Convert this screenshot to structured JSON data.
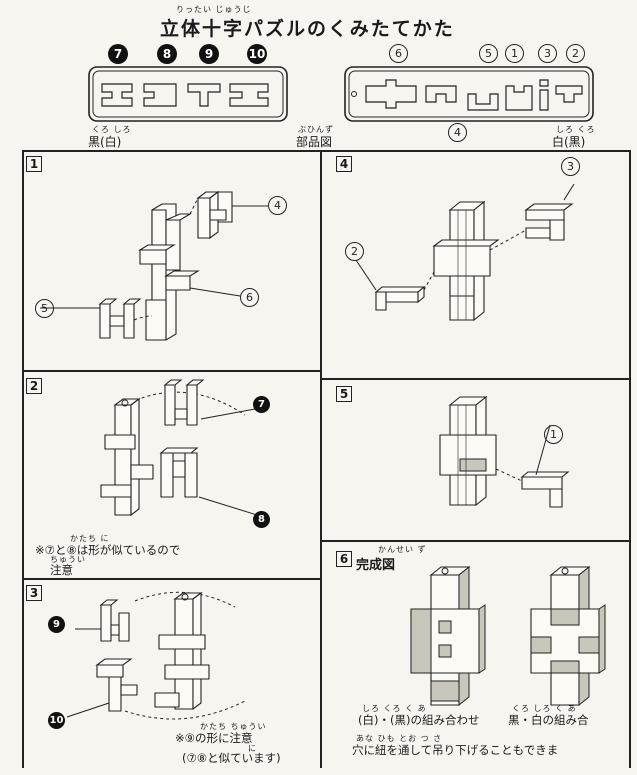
{
  "title": {
    "ruby": "りったい じゅうじ",
    "text": "立体十字パズルのくみたてかた"
  },
  "parts_figure": {
    "black_pieces": [
      "7",
      "8",
      "9",
      "10"
    ],
    "white_pieces_top": [
      "6",
      "5",
      "1",
      "3",
      "2"
    ],
    "white_piece_bottom": "4",
    "label_black": "黒(白)",
    "label_black_ruby": "くろ しろ",
    "label_parts": "部品図",
    "label_parts_ruby": "ぶひんず",
    "label_white": "白(黒)",
    "label_white_ruby": "しろ くろ"
  },
  "steps": [
    {
      "num": "1",
      "callouts": [
        "4",
        "5",
        "6"
      ]
    },
    {
      "num": "2",
      "callouts": [
        "7",
        "8"
      ],
      "note_line1": "※⑦と⑧は形が似ているので",
      "note_line1_ruby": "かたち に",
      "note_line2": "注意",
      "note_line2_ruby": "ちゅうい"
    },
    {
      "num": "3",
      "callouts": [
        "9",
        "10"
      ],
      "note_line1": "※⑨の形に注意",
      "note_line1_ruby": "かたち ちゅうい",
      "note_line2": "(⑦⑧と似ています)",
      "note_line2_ruby": "に"
    },
    {
      "num": "4",
      "callouts": [
        "3",
        "2"
      ]
    },
    {
      "num": "5",
      "callouts": [
        "1"
      ]
    },
    {
      "num": "6",
      "heading": "完成図",
      "heading_ruby": "かんせい ず",
      "caption_left": "(白)・(黒)の組み合わせ",
      "caption_left_ruby": "しろ くろ く あ",
      "caption_right": "黒・白の組み合",
      "caption_right_ruby": "くろ しろ く あ",
      "caption_bottom": "穴に紐を通して吊り下げることもできま",
      "caption_bottom_ruby": "あな ひも とお つ さ"
    }
  ],
  "colors": {
    "paper": "#f6f5f0",
    "ink": "#1a1a1a",
    "shade": "#c9c6bc"
  }
}
